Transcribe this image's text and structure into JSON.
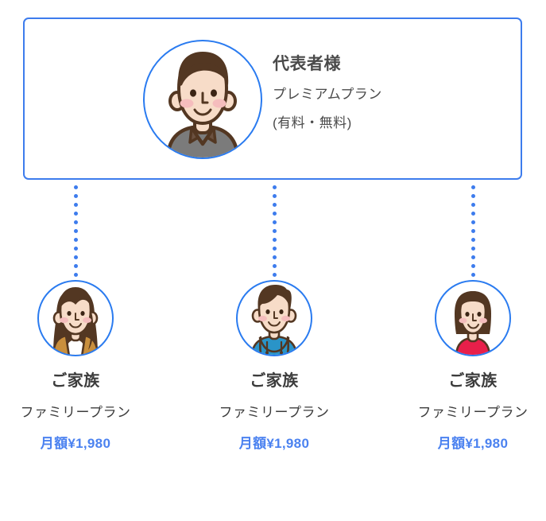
{
  "representative": {
    "title": "代表者様",
    "plan": "プレミアムプラン",
    "note": "(有料・無料)",
    "avatar_icon": "avatar-adult-man-icon"
  },
  "family_members": [
    {
      "label": "ご家族",
      "plan": "ファミリープラン",
      "price": "月額¥1,980",
      "avatar_icon": "avatar-woman-long-hair-icon"
    },
    {
      "label": "ご家族",
      "plan": "ファミリープラン",
      "price": "月額¥1,980",
      "avatar_icon": "avatar-boy-hoodie-icon"
    },
    {
      "label": "ご家族",
      "plan": "ファミリープラン",
      "price": "月額¥1,980",
      "avatar_icon": "avatar-girl-bob-icon"
    }
  ],
  "connectors": {
    "icon": "dotted-line-icon",
    "count": 3
  },
  "colors": {
    "accent_blue": "#3d7ced",
    "circle_blue": "#2a7bf0",
    "price_blue": "#4b82f0",
    "text_dark": "#3c3c3c",
    "text_header": "#4a4a4a",
    "skin": "#f7dcc8",
    "hair_brown": "#533722",
    "cheek_pink": "#f5bdbd",
    "shirt_gray": "#7b7b7b",
    "cardigan_tan": "#c98f3d",
    "hoodie_blue": "#2a94c8",
    "dress_red": "#e81f4a"
  }
}
